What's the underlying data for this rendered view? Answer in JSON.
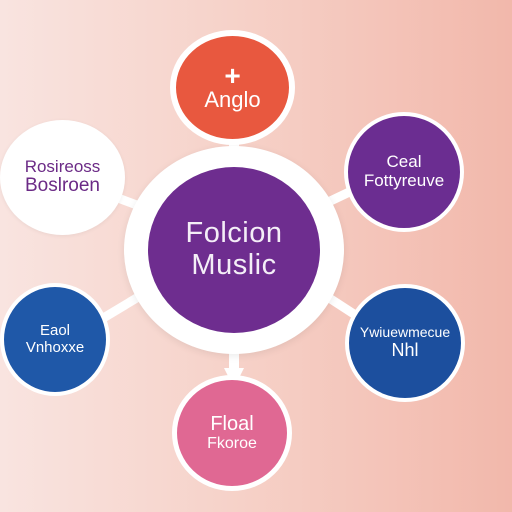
{
  "center": {
    "line1": "Folcion",
    "line2": "Muslic"
  },
  "nodes": {
    "top": {
      "icon": "+",
      "label": "Anglo",
      "color": "#e8583f"
    },
    "left_top": {
      "line1": "Rosireoss",
      "line2": "Boslroen",
      "color": "#ffffff"
    },
    "right_top": {
      "line1": "Ceal",
      "line2": "Fottyreuve",
      "color": "#6b2d91"
    },
    "left_bottom": {
      "line1": "Eaol",
      "line2": "Vnhoxxe",
      "color": "#1f58a8"
    },
    "right_bottom": {
      "line1": "Ywiuewmecue",
      "line2": "Nhl",
      "color": "#1c4f9e"
    },
    "bottom": {
      "line1": "Floal",
      "line2": "Fkoroe",
      "color": "#e06893"
    }
  },
  "colors": {
    "center": "#6e2d8f",
    "connector": "#ffffff"
  }
}
